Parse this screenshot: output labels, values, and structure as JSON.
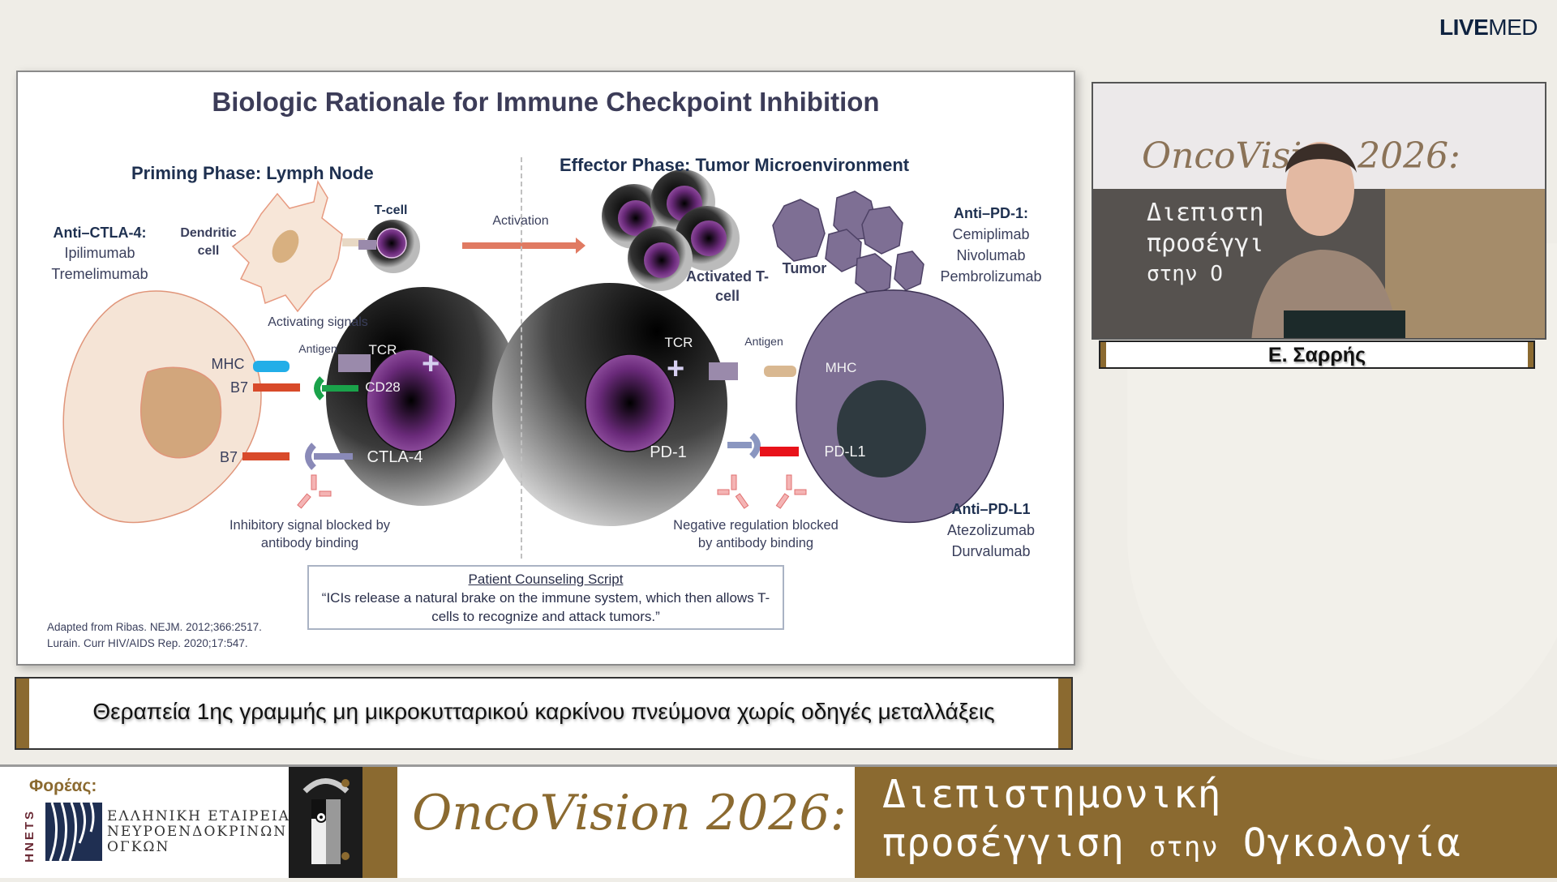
{
  "branding": {
    "logo_bold": "LIVE",
    "logo_light": "MED"
  },
  "slide": {
    "title": "Biologic Rationale for Immune Checkpoint Inhibition",
    "priming_phase": "Priming Phase: Lymph Node",
    "effector_phase": "Effector Phase: Tumor Microenvironment",
    "anti_ctla4": {
      "heading": "Anti–CTLA-4:",
      "drugs": [
        "Ipilimumab",
        "Tremelimumab"
      ]
    },
    "anti_pd1": {
      "heading": "Anti–PD-1:",
      "drugs": [
        "Cemiplimab",
        "Nivolumab",
        "Pembrolizumab"
      ]
    },
    "anti_pdl1": {
      "heading": "Anti–PD-L1",
      "drugs": [
        "Atezolizumab",
        "Durvalumab"
      ]
    },
    "labels": {
      "dendritic_cell": "Dendritic cell",
      "t_cell": "T-cell",
      "activation": "Activation",
      "activated_t_cell": "Activated T-cell",
      "tumor": "Tumor",
      "activating_signals": "Activating signals",
      "antigen": "Antigen",
      "tcr": "TCR",
      "mhc": "MHC",
      "b7": "B7",
      "cd28": "CD28",
      "ctla4": "CTLA-4",
      "pd1": "PD-1",
      "pdl1": "PD-L1",
      "inhibitory_blocked": "Inhibitory signal blocked by antibody binding",
      "negative_blocked": "Negative regulation blocked by antibody binding"
    },
    "counseling": {
      "heading": "Patient Counseling Script",
      "quote": "“ICIs release a natural brake on the immune system, which then allows T-cells to recognize and attack tumors.”"
    },
    "references": [
      "Adapted from Ribas. NEJM. 2012;366:2517.",
      "Lurain. Curr HIV/AIDS Rep. 2020;17:547."
    ]
  },
  "lower_third": {
    "topic": "Θεραπεία 1ης γραμμής μη μικροκυτταρικού καρκίνου πνεύμονα χωρίς οδηγές μεταλλάξεις"
  },
  "speaker": {
    "name": "Ε. Σαρρής",
    "backdrop_title": "OncoVision 2026:",
    "backdrop_lines": [
      "Διεπιστη",
      "προσέγγι",
      "στην  Ο"
    ]
  },
  "footer": {
    "organizer_label": "Φορέας:",
    "org_acronym": "HNETS",
    "org_name_lines": [
      "ΕΛΛΗΝΙΚΗ ΕΤΑΙΡΕΙΑ",
      "ΝΕΥΡΟΕΝΔΟΚΡΙΝΩΝ",
      "ΟΓΚΩΝ"
    ],
    "event_title": "OncoVision 2026:",
    "event_subtitle_line1": "Διεπιστημονική",
    "event_subtitle_line2a": "προσέγγιση",
    "event_subtitle_line2b": "στην",
    "event_subtitle_line2c": "Ογκολογία"
  },
  "colors": {
    "brand_gold": "#8b6a30",
    "slide_title": "#3c3c58",
    "phase_heading": "#1e3050",
    "activation_arrow": "#e07a62",
    "tumor_purple": "#7e6f94",
    "tcell_nucleus": "#6a2a7a"
  }
}
